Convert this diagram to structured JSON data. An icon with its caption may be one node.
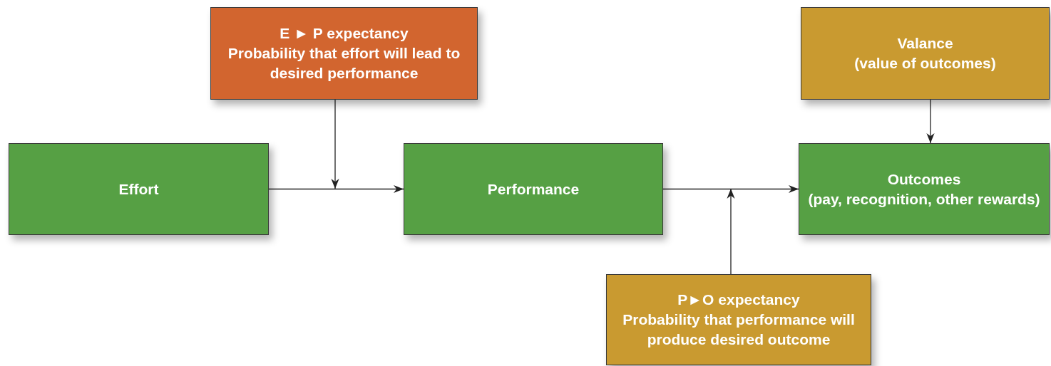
{
  "diagram": {
    "nodes": [
      {
        "text": [
          "E ► P expectancy",
          "Probability that effort will lead to desired performance"
        ]
      },
      {
        "text": [
          "Valance",
          "(value of outcomes)"
        ]
      },
      {
        "text": [
          "Effort"
        ]
      },
      {
        "text": [
          "Performance"
        ]
      },
      {
        "text": [
          "Outcomes",
          "(pay, recognition, other rewards)"
        ]
      },
      {
        "text": [
          "P►O expectancy",
          "Probability that performance will produce desired outcome"
        ]
      }
    ],
    "edges": [
      {
        "from": 2,
        "to": 3,
        "arrow": "to"
      },
      {
        "from": 0,
        "to": null,
        "arrow": "to"
      },
      {
        "from": 3,
        "to": 4,
        "arrow": "to"
      },
      {
        "from": 5,
        "to": null,
        "arrow": "to"
      },
      {
        "from": 1,
        "to": 4,
        "arrow": "to"
      }
    ]
  }
}
